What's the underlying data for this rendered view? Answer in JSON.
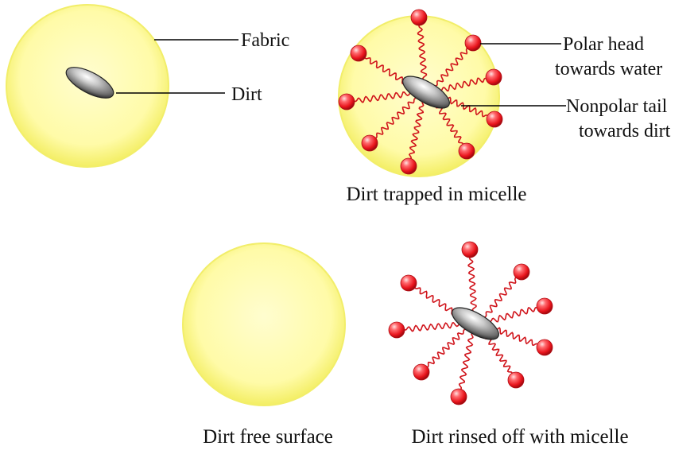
{
  "labels": {
    "fabric": "Fabric",
    "dirt": "Dirt",
    "polar_head_line1": "Polar head",
    "polar_head_line2": "towards water",
    "nonpolar_tail_line1": "Nonpolar tail",
    "nonpolar_tail_line2": "towards dirt"
  },
  "captions": {
    "trapped": "Dirt trapped in micelle",
    "free_surface": "Dirt free surface",
    "rinsed": "Dirt rinsed off with micelle"
  },
  "colors": {
    "fabric_fill": "#FFFCAA",
    "fabric_edge": "#F2EE6A",
    "head_red": "#E8131B",
    "tail_red": "#D0141B",
    "dirt_gray": "#777777",
    "leader_line": "#000000"
  }
}
